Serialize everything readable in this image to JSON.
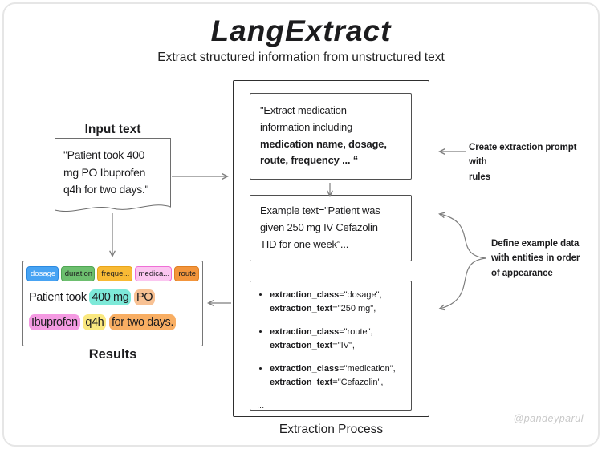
{
  "title": "LangExtract",
  "subtitle": "Extract structured information from unstructured text",
  "watermark": "@pandeyparul",
  "input": {
    "label": "Input text",
    "lines": [
      "\"Patient took 400",
      "mg PO Ibuprofen",
      "q4h for two days.\""
    ]
  },
  "results": {
    "label": "Results",
    "tags": [
      {
        "label": "dosage",
        "bg": "#47a3f3",
        "fg": "#ffffff",
        "border": "#2b8ae0"
      },
      {
        "label": "duration",
        "bg": "#6dbf6f",
        "fg": "#1d1d1f",
        "border": "#4fa653"
      },
      {
        "label": "freque...",
        "bg": "#f8ba35",
        "fg": "#1d1d1f",
        "border": "#e9a51a"
      },
      {
        "label": "medica...",
        "bg": "#fbc6f0",
        "fg": "#1d1d1f",
        "border": "#ef6fd6"
      },
      {
        "label": "route",
        "bg": "#f3953c",
        "fg": "#1d1d1f",
        "border": "#e07f22"
      }
    ],
    "sentence_line1": [
      {
        "t": "Patient took "
      },
      {
        "t": "400 mg",
        "hl": "#7de9d8"
      },
      {
        "t": " "
      },
      {
        "t": "PO",
        "hl": "#f8c193"
      }
    ],
    "sentence_line2": [
      {
        "t": "Ibuprofen",
        "hl": "#f49ae2"
      },
      {
        "t": " "
      },
      {
        "t": "q4h",
        "hl": "#fae87f"
      },
      {
        "t": " "
      },
      {
        "t": "for two days.",
        "hl": "#f8ae63"
      }
    ]
  },
  "process": {
    "label": "Extraction Process",
    "prompt_lines": [
      [
        {
          "t": "\"Extract medication"
        }
      ],
      [
        {
          "t": "information including"
        }
      ],
      [
        {
          "t": "medication name, dosage,",
          "b": true
        }
      ],
      [
        {
          "t": "route, frequency ... “",
          "b": true
        }
      ]
    ],
    "example_lines": [
      "Example text=\"Patient was",
      "given 250 mg IV Cefazolin",
      "TID for one week”..."
    ],
    "bullets": [
      {
        "line1": [
          {
            "t": "extraction_class",
            "b": true
          },
          {
            "t": "=\"dosage\","
          }
        ],
        "line2": [
          {
            "t": "extraction_text",
            "b": true
          },
          {
            "t": "=\"250 mg\","
          }
        ]
      },
      {
        "line1": [
          {
            "t": "extraction_class",
            "b": true
          },
          {
            "t": "=\"route\","
          }
        ],
        "line2": [
          {
            "t": "extraction_text",
            "b": true
          },
          {
            "t": "=\"IV\","
          }
        ]
      },
      {
        "line1": [
          {
            "t": "extraction_class",
            "b": true
          },
          {
            "t": "=\"medication\","
          }
        ],
        "line2": [
          {
            "t": "extraction_text",
            "b": true
          },
          {
            "t": "=\"Cefazolin\","
          }
        ]
      }
    ],
    "ellipsis": "..."
  },
  "annotations": {
    "prompt_note_lines": [
      "Create extraction prompt with",
      "rules"
    ],
    "example_note_lines": [
      "Define example data",
      "with entities in order",
      "of appearance"
    ]
  },
  "colors": {
    "arrow": "#7d7d7d",
    "box_border": "#2e2e2e",
    "text": "#1c1c1e"
  }
}
